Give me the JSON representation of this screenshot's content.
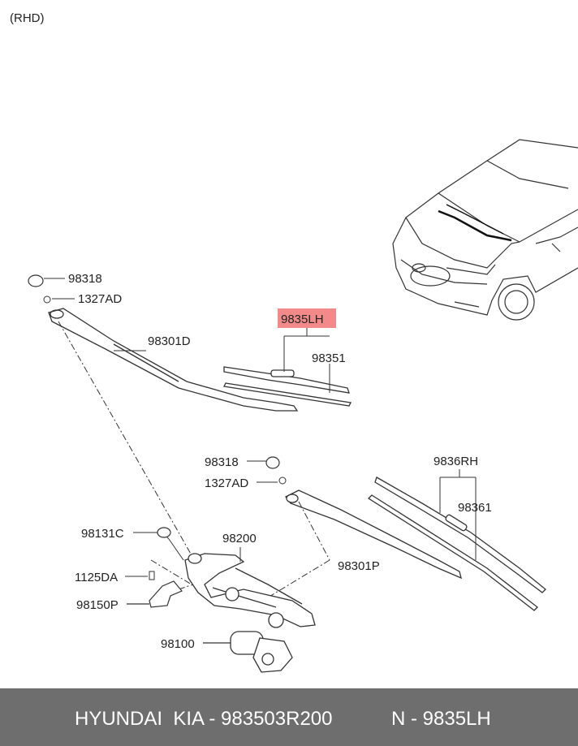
{
  "header": {
    "variant": "(RHD)"
  },
  "parts": {
    "p98318_a": "98318",
    "p1327AD_a": "1327AD",
    "p98301D": "98301D",
    "p9835LH": "9835LH",
    "p98351": "98351",
    "p98318_b": "98318",
    "p1327AD_b": "1327AD",
    "p9836RH": "9836RH",
    "p98361": "98361",
    "p98131C": "98131C",
    "p98200": "98200",
    "p98301P": "98301P",
    "p1125DA": "1125DA",
    "p98150P": "98150P",
    "p98100": "98100"
  },
  "footer": {
    "left": "HYUNDAI  KIA - 983503R200",
    "right": "N - 9835LH"
  },
  "colors": {
    "highlight": "#f28a8a",
    "footer_bg": "#6e6e6e"
  }
}
